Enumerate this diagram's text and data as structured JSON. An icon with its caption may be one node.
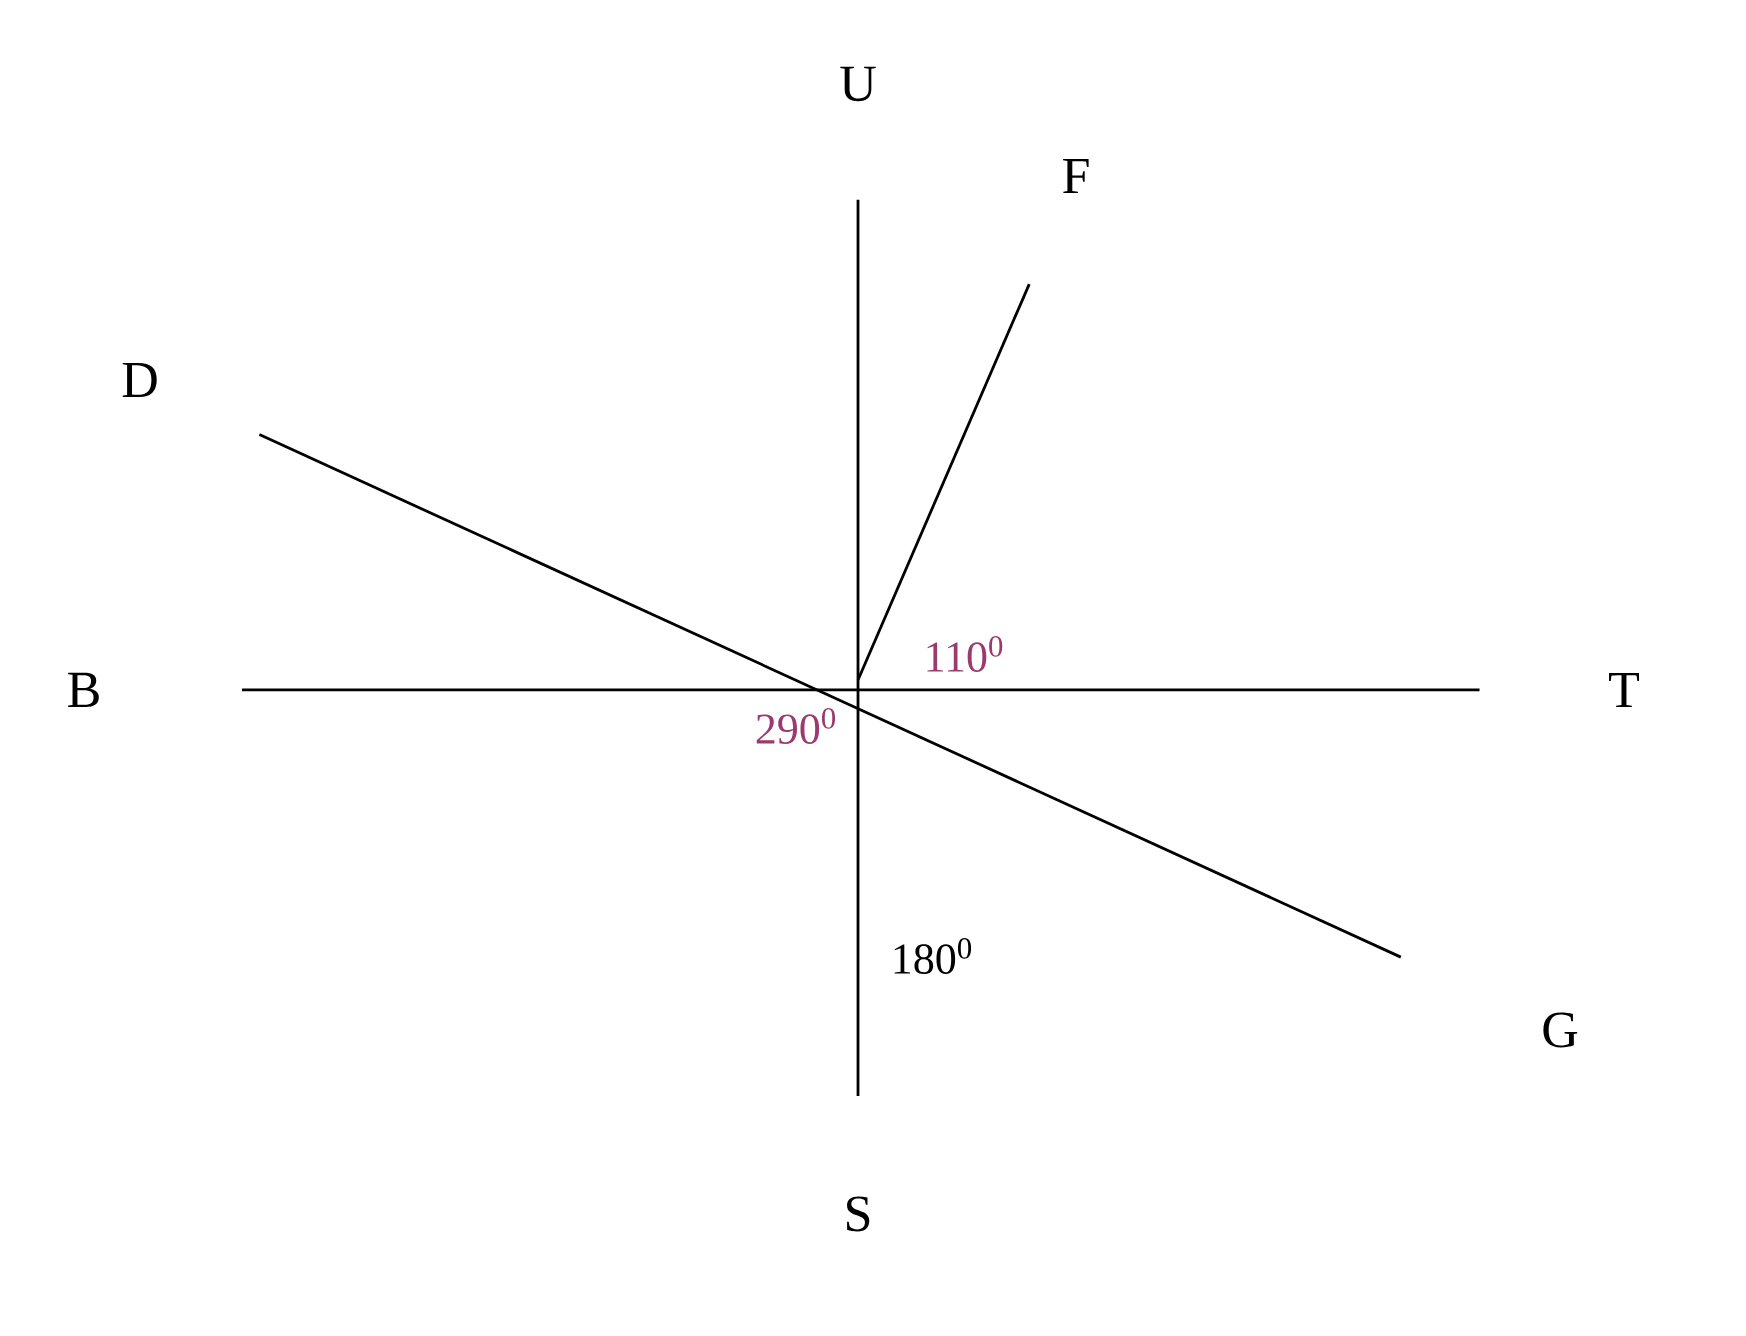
{
  "diagram": {
    "nodes": [
      {
        "text": [
          "U"
        ]
      },
      {
        "text": [
          "F"
        ]
      },
      {
        "text": [
          "D"
        ]
      },
      {
        "text": [
          "B"
        ]
      },
      {
        "text": [
          "T"
        ]
      },
      {
        "text": [
          "G"
        ]
      },
      {
        "text": [
          "S"
        ]
      }
    ],
    "edges": [
      {
        "from": 0,
        "to": 6,
        "arrow": "none"
      },
      {
        "from": null,
        "to": 1,
        "arrow": "none"
      },
      {
        "from": 2,
        "to": 5,
        "arrow": "none"
      },
      {
        "from": 3,
        "to": 4,
        "arrow": "none"
      }
    ],
    "labels": [
      "110$^{0}$",
      "290$^{0}$",
      "180$^{0}$"
    ]
  }
}
